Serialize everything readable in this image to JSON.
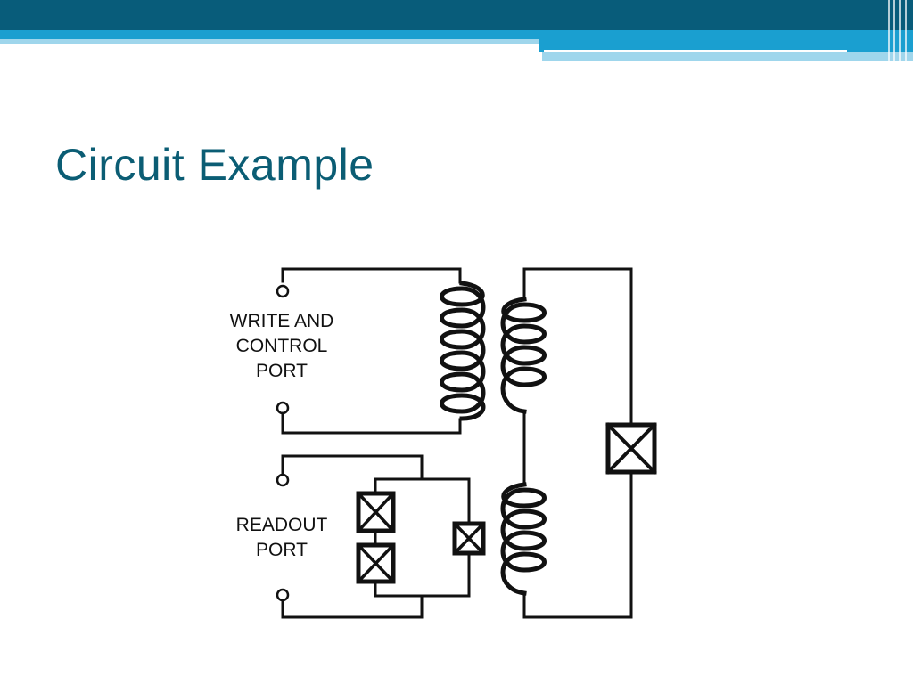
{
  "slide": {
    "title": "Circuit Example"
  },
  "colors": {
    "title": "#0b5d74",
    "band_dark": "#085c7a",
    "band_light": "#1a9fd0",
    "band_pale": "#9fd6ec",
    "circuit": "#111111"
  },
  "diagram": {
    "write_port_label": [
      "WRITE AND",
      "CONTROL",
      "PORT"
    ],
    "readout_port_label": [
      "READOUT",
      "PORT"
    ]
  }
}
